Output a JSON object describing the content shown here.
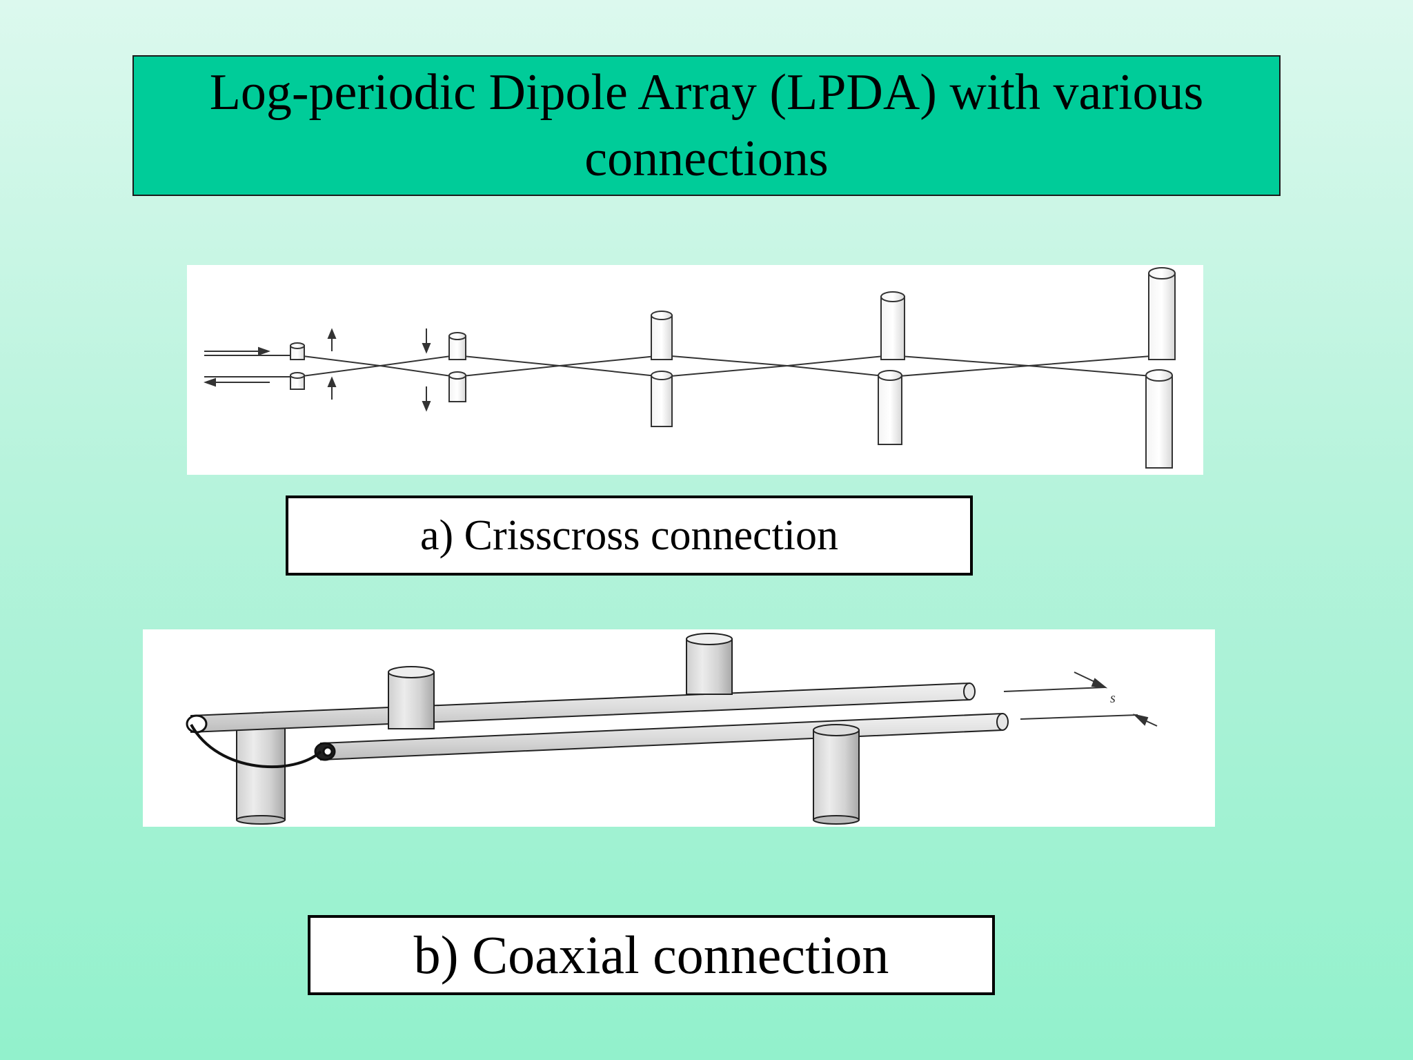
{
  "slide": {
    "title": "Log-periodic Dipole Array (LPDA) with various connections",
    "caption_a": "a) Crisscross connection",
    "caption_b": "b) Coaxial connection"
  },
  "diagram_b": {
    "spacing_label": "s"
  },
  "colors": {
    "title_fill": "#00cc99",
    "background_top": "#dcf9ee",
    "background_bottom": "#92f1cc"
  }
}
